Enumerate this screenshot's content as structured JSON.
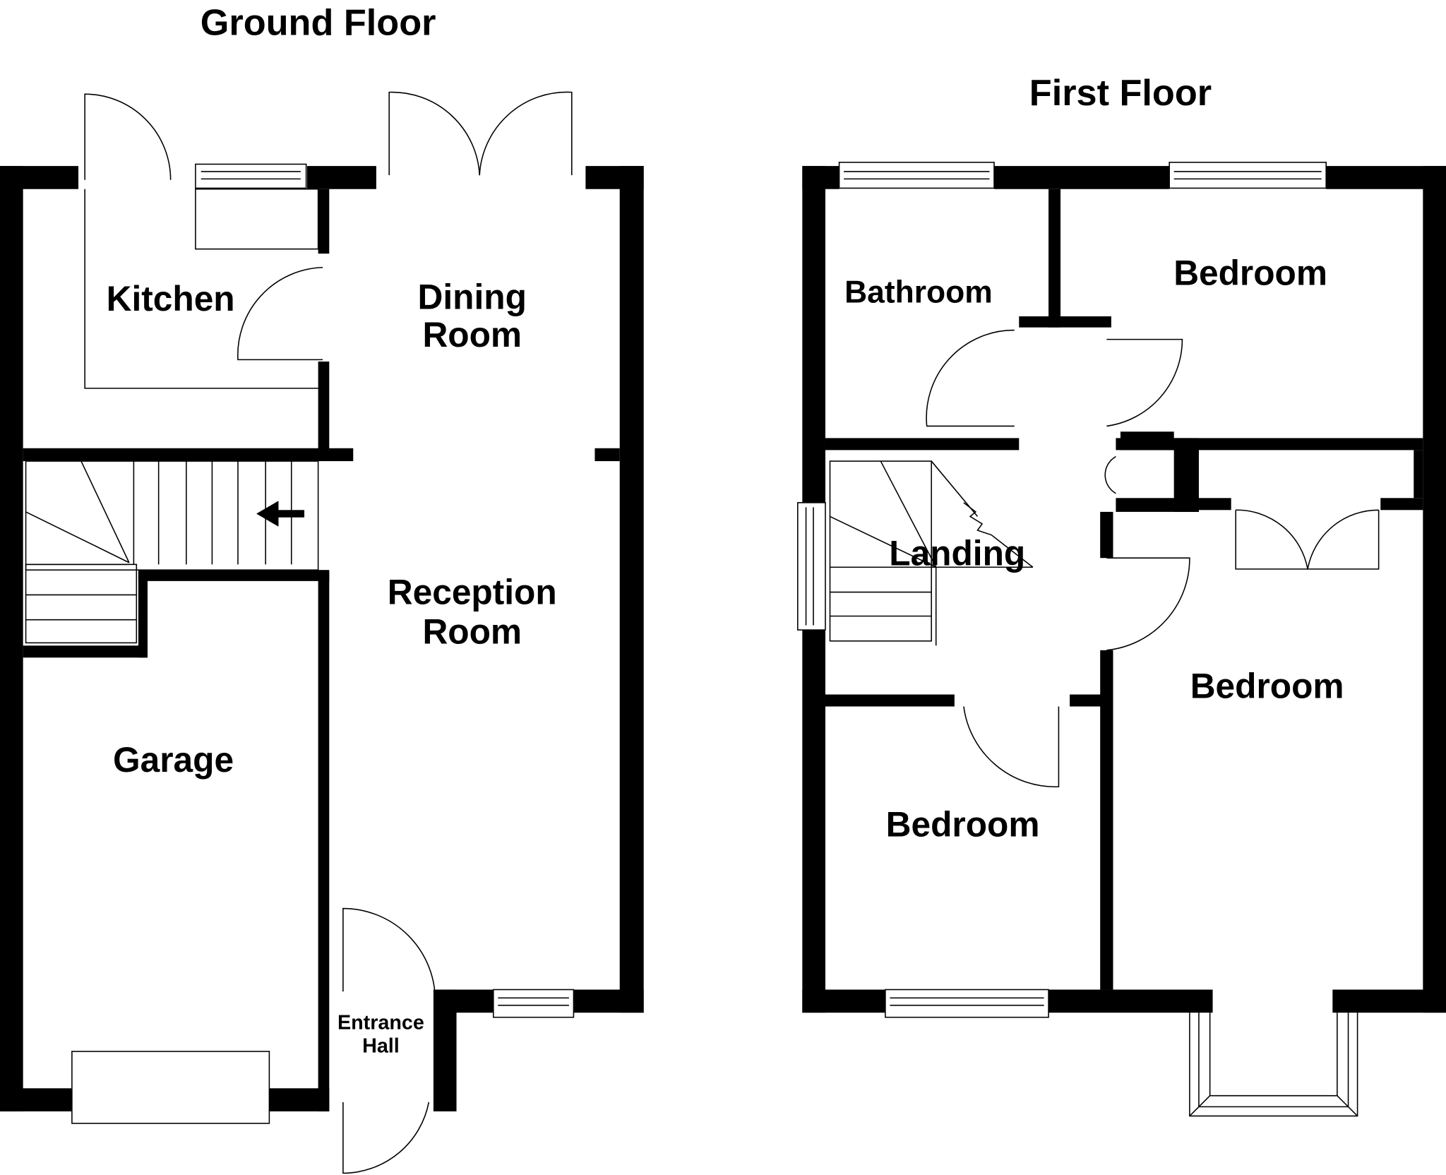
{
  "ground_floor": {
    "title": "Ground Floor",
    "rooms": {
      "kitchen": "Kitchen",
      "dining_1": "Dining",
      "dining_2": "Room",
      "reception_1": "Reception",
      "reception_2": "Room",
      "garage": "Garage",
      "entrance_1": "Entrance",
      "entrance_2": "Hall"
    }
  },
  "first_floor": {
    "title": "First Floor",
    "rooms": {
      "bathroom": "Bathroom",
      "bedroom_rear": "Bedroom",
      "landing": "Landing",
      "bedroom_small": "Bedroom",
      "bedroom_front": "Bedroom"
    }
  }
}
